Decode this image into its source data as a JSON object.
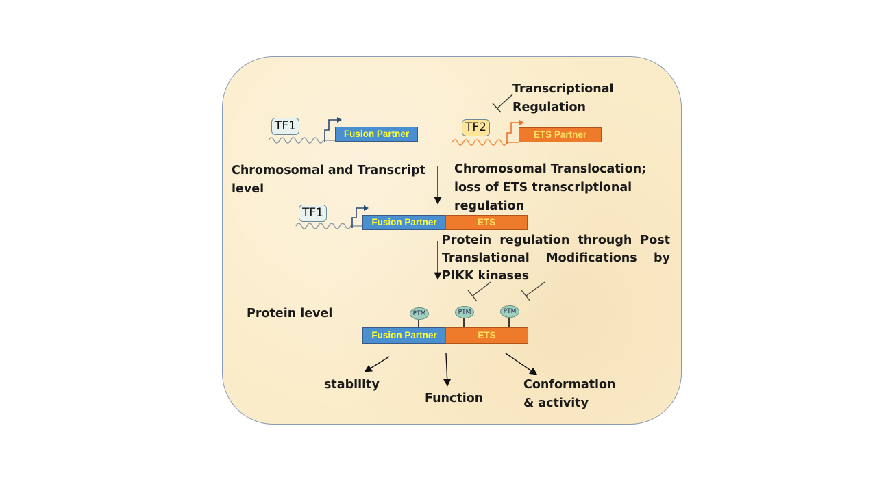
{
  "labels": {
    "transcriptional_regulation": "Transcriptional\nRegulation",
    "chromosomal_transcript_level": "Chromosomal and Transcript\nlevel",
    "chromosomal_translocation": "Chromosomal Translocation;\nloss of ETS transcriptional\nregulation",
    "protein_regulation_line1": "Protein regulation through Post",
    "protein_regulation_line2": "Translational Modifications by",
    "protein_regulation_line3": "PIKK kinases",
    "protein_level": "Protein level",
    "stability": "stability",
    "function": "Function",
    "conformation_activity": "Conformation\n& activity"
  },
  "genes": {
    "tf1": "TF1",
    "tf2": "TF2",
    "fusion_partner": "Fusion Partner",
    "ets_partner": "ETS Partner",
    "ets": "ETS",
    "ptm": "PTM"
  },
  "colors": {
    "panel_bg": "#fbecc9",
    "fusion_blue": "#4a8fd0",
    "ets_orange": "#ee7a2c",
    "box_text": "#ffff33"
  }
}
